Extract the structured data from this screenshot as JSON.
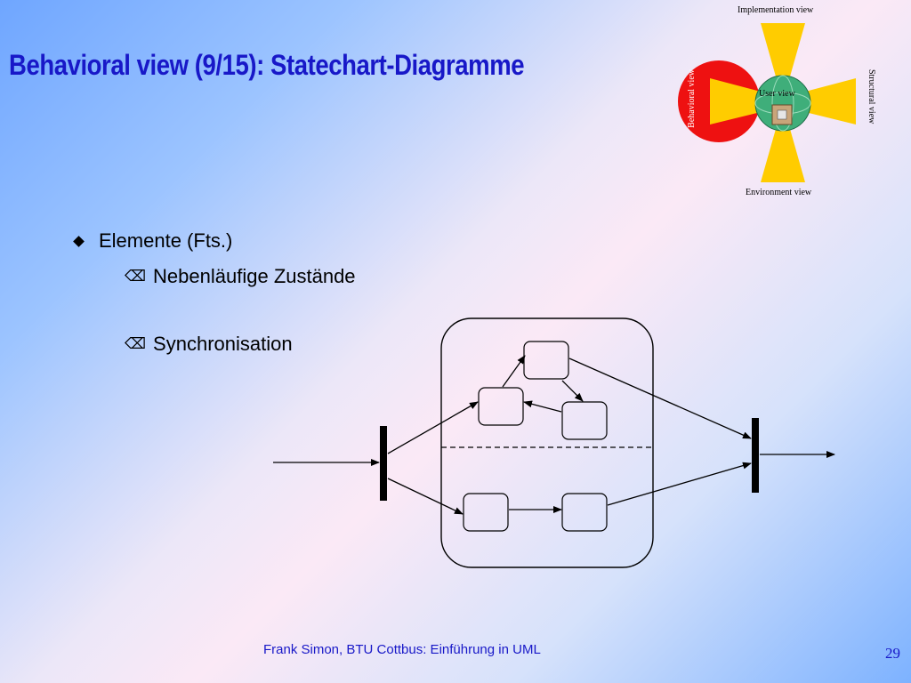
{
  "slide": {
    "title": "Behavioral view (9/15): Statechart-Diagramme",
    "footer": "Frank Simon, BTU Cottbus: Einführung in UML",
    "page_number": "29"
  },
  "views": {
    "implementation": "Implementation view",
    "environment": "Environment view",
    "structural": "Structural view",
    "behavioral": "Behavioral view",
    "user": "User view"
  },
  "content": {
    "bullet": "Elemente (Fts.)",
    "items": [
      "Nebenläufige Zustände",
      "Synchronisation"
    ],
    "item_icon": "⌫"
  },
  "colors": {
    "title": "#1818c8",
    "behavioral_circle": "#ee1111",
    "rays": "#ffcc00",
    "globe": "#3fae7a"
  }
}
